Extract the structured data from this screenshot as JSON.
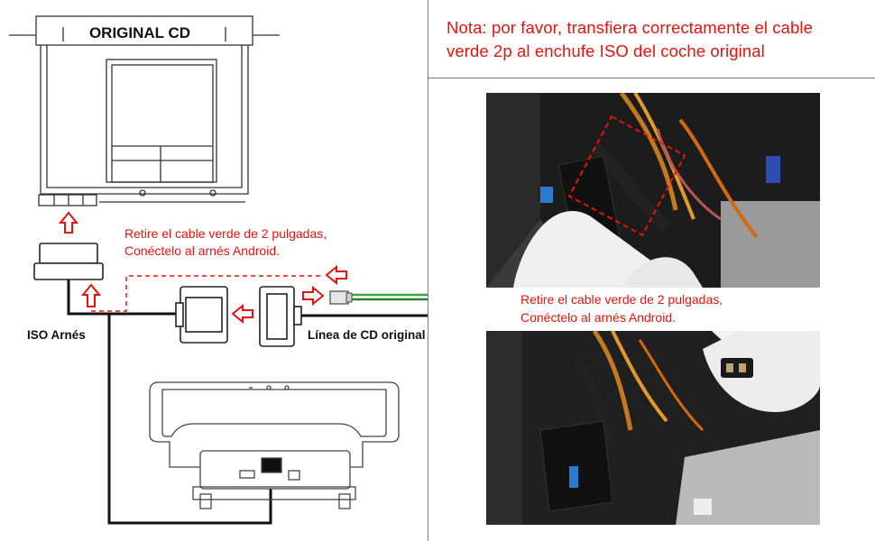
{
  "note": {
    "line1": "Nota: por favor, transfiera correctamente el cable",
    "line2": "verde 2p al enchufe ISO del coche original"
  },
  "diagram": {
    "original_cd_label": "ORIGINAL CD",
    "instruction_line1": "Retire el cable verde de 2 pulgadas,",
    "instruction_line2": "Conéctelo al arnés Android.",
    "iso_harness_label": "ISO Arnés",
    "cd_line_label": "Línea de CD original"
  },
  "photo_caption": {
    "line1": "Retire el cable verde de 2 pulgadas,",
    "line2": "Conéctelo al arnés Android."
  },
  "colors": {
    "accent_red": "#e8120c",
    "cable_green": "#3aa63a",
    "line_black": "#111111"
  }
}
